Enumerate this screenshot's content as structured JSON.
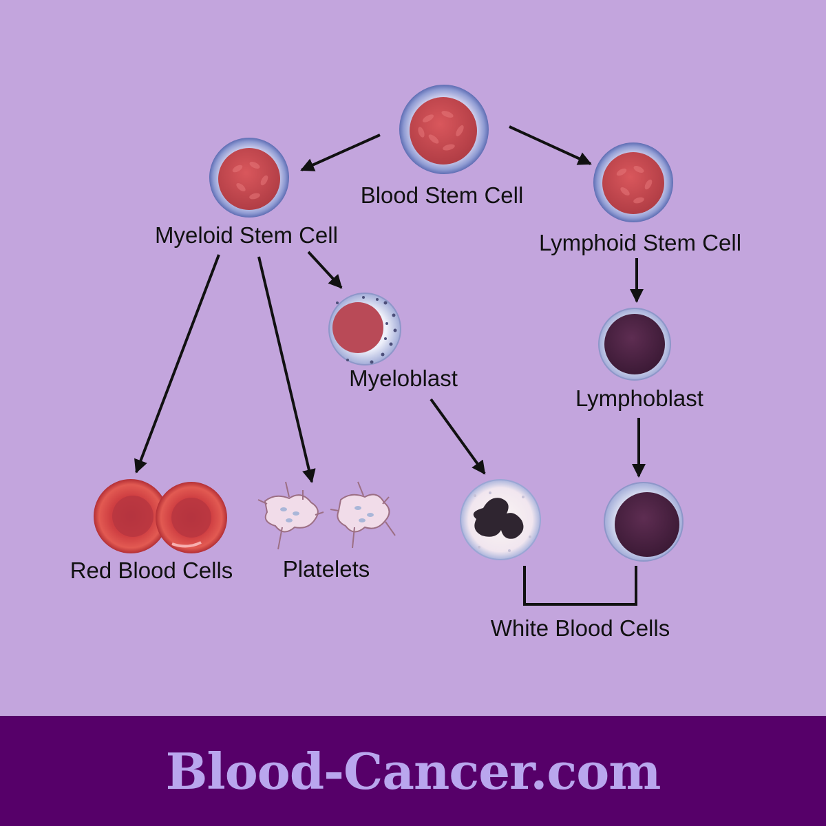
{
  "labels": {
    "blood_stem_cell": "Blood Stem Cell",
    "myeloid_stem_cell": "Myeloid Stem Cell",
    "lymphoid_stem_cell": "Lymphoid Stem Cell",
    "myeloblast": "Myeloblast",
    "lymphoblast": "Lymphoblast",
    "red_blood_cells": "Red Blood Cells",
    "platelets": "Platelets",
    "white_blood_cells": "White Blood Cells"
  },
  "footer": {
    "brand": "Blood-Cancer.com"
  },
  "colors": {
    "background": "#c3a5dd",
    "footer_bar": "#560069",
    "footer_text": "#b9a6ee",
    "stem_nucleus": "#c1484f",
    "blast_nucleus": "#4a2240",
    "red_cell": "#d8433f"
  }
}
